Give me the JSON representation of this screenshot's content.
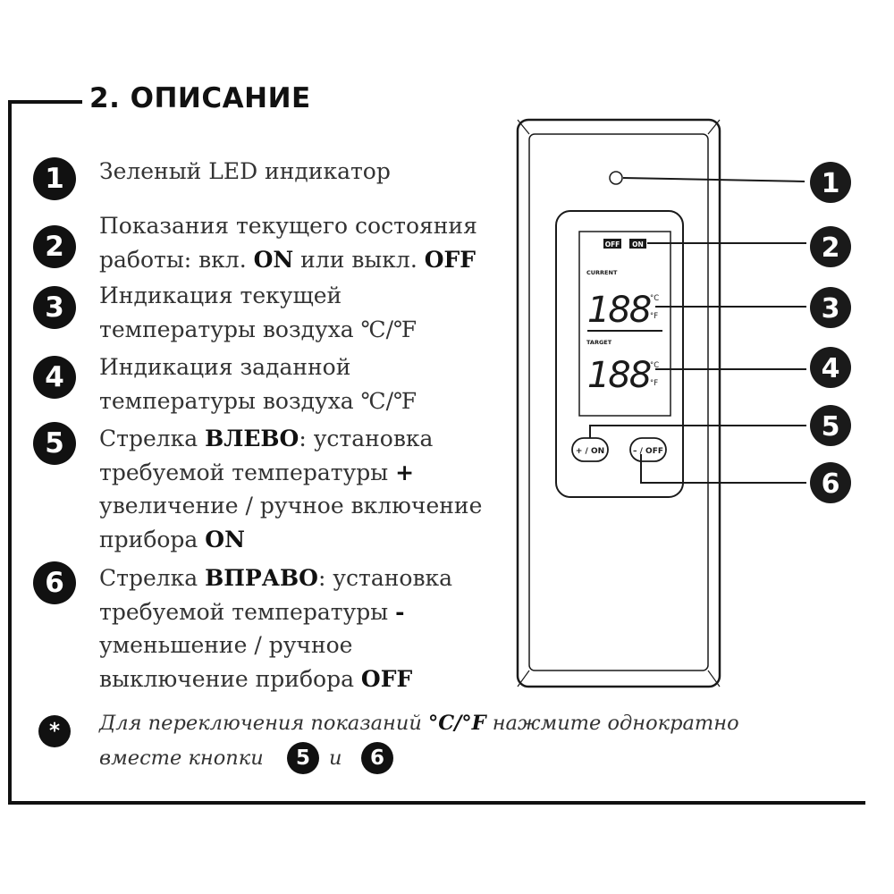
{
  "title": "2. ОПИСАНИЕ",
  "items": [
    {
      "num": "1",
      "parts": [
        {
          "t": "Зеленый LED индикатор",
          "b": false
        }
      ]
    },
    {
      "num": "2",
      "parts": [
        {
          "t": "Показания текущего состояния\nработы: вкл. ",
          "b": false
        },
        {
          "t": "ON",
          "b": true
        },
        {
          "t": " или выкл. ",
          "b": false
        },
        {
          "t": "OFF",
          "b": true
        }
      ]
    },
    {
      "num": "3",
      "parts": [
        {
          "t": "Индикация текущей\nтемпературы воздуха ℃/℉",
          "b": false
        }
      ]
    },
    {
      "num": "4",
      "parts": [
        {
          "t": "Индикация заданной\nтемпературы воздуха ℃/℉",
          "b": false
        }
      ]
    },
    {
      "num": "5",
      "parts": [
        {
          "t": "Стрелка ",
          "b": false
        },
        {
          "t": "ВЛЕВО",
          "b": true
        },
        {
          "t": ": установка\nтребуемой температуры ",
          "b": false
        },
        {
          "t": "+",
          "b": true
        },
        {
          "t": "\nувеличение / ручное включение\nприбора ",
          "b": false
        },
        {
          "t": "ON",
          "b": true
        }
      ]
    },
    {
      "num": "6",
      "parts": [
        {
          "t": "Стрелка ",
          "b": false
        },
        {
          "t": "ВПРАВО",
          "b": true
        },
        {
          "t": ": установка\nтребуемой температуры ",
          "b": false
        },
        {
          "t": "-",
          "b": true
        },
        {
          "t": "\nуменьшение / ручное\nвыключение прибора ",
          "b": false
        },
        {
          "t": "OFF",
          "b": true
        }
      ]
    }
  ],
  "note": {
    "marker": "*",
    "line1_a": "Для переключения показаний ",
    "line1_b": "°C/°F",
    "line1_c": " нажмите однократно",
    "line2_a": "вместе кнопки",
    "line2_num1": "5",
    "line2_and": "и",
    "line2_num2": "6"
  },
  "device": {
    "lcd": {
      "off_label": "OFF",
      "on_label": "ON",
      "current_label": "CURRENT",
      "target_label": "TARGET",
      "current_value": "188",
      "target_value": "188",
      "unit_c": "°C",
      "unit_f": "°F"
    },
    "btn_plus": "+ / ON",
    "btn_minus": "– / OFF",
    "callouts": [
      "1",
      "2",
      "3",
      "4",
      "5",
      "6"
    ]
  }
}
